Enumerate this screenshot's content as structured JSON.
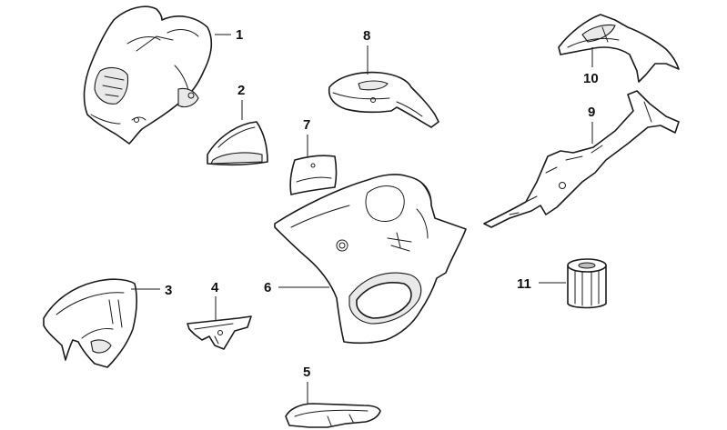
{
  "callouts": [
    {
      "id": "1",
      "label": "1"
    },
    {
      "id": "2",
      "label": "2"
    },
    {
      "id": "3",
      "label": "3"
    },
    {
      "id": "4",
      "label": "4"
    },
    {
      "id": "5",
      "label": "5"
    },
    {
      "id": "6",
      "label": "6"
    },
    {
      "id": "7",
      "label": "7"
    },
    {
      "id": "8",
      "label": "8"
    },
    {
      "id": "9",
      "label": "9"
    },
    {
      "id": "10",
      "label": "10"
    },
    {
      "id": "11",
      "label": "11"
    }
  ],
  "colors": {
    "line": "#1a1a1a",
    "fill": "#ffffff",
    "shade": "#e9e9e9"
  }
}
